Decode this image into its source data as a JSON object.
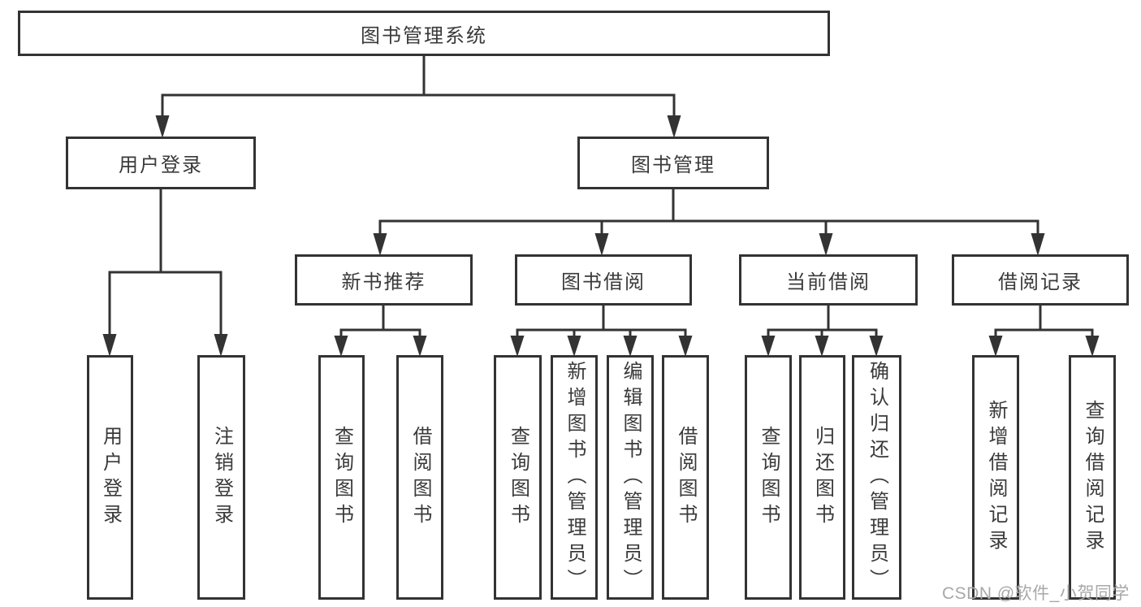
{
  "diagram": {
    "root": {
      "label": "图书管理系统"
    },
    "user_login": {
      "label": "用户登录",
      "children": [
        {
          "label": "用户登录"
        },
        {
          "label": "注销登录"
        }
      ]
    },
    "book_management": {
      "label": "图书管理",
      "sections": [
        {
          "label": "新书推荐",
          "children": [
            {
              "label": "查询图书"
            },
            {
              "label": "借阅图书"
            }
          ]
        },
        {
          "label": "图书借阅",
          "children": [
            {
              "label": "查询图书"
            },
            {
              "label": "新增图书（管理员）"
            },
            {
              "label": "编辑图书（管理员）"
            },
            {
              "label": "借阅图书"
            }
          ]
        },
        {
          "label": "当前借阅",
          "children": [
            {
              "label": "查询图书"
            },
            {
              "label": "归还图书"
            },
            {
              "label": "确认归还（管理员）"
            }
          ]
        },
        {
          "label": "借阅记录",
          "children": [
            {
              "label": "新增借阅记录"
            },
            {
              "label": "查询借阅记录"
            }
          ]
        }
      ]
    }
  },
  "watermark": {
    "text": "CSDN @软件_小贺同学"
  },
  "colors": {
    "line": "#333333",
    "text": "#3a3a3a",
    "watermark": "#a8a8a8",
    "background": "#ffffff"
  }
}
